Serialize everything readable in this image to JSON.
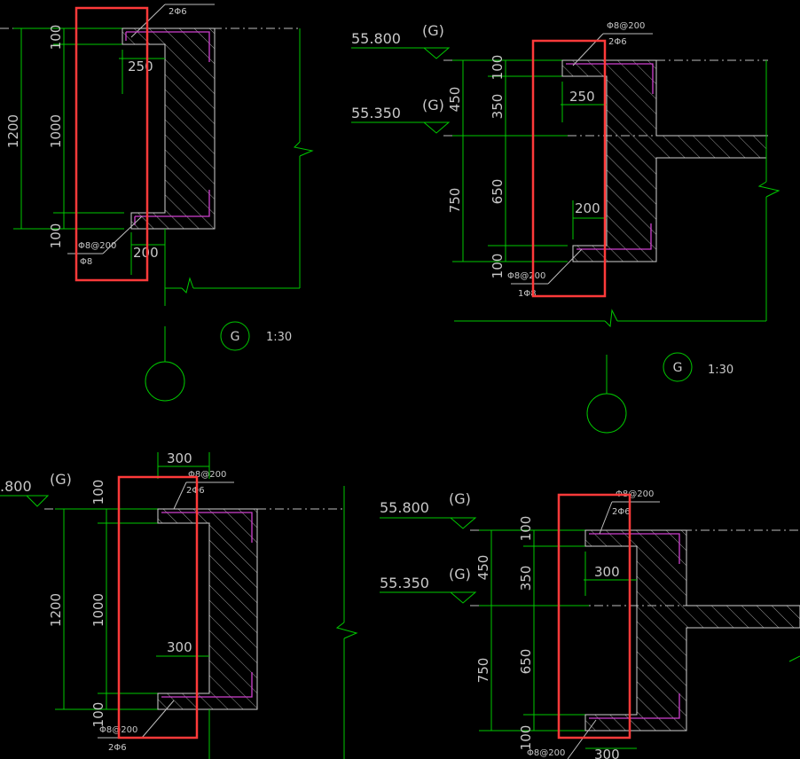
{
  "colors": {
    "background": "#000000",
    "dimension_lines": "#00c800",
    "rebar": "#d040d0",
    "highlight": "#ff3a3a",
    "outline": "#cfcfcf"
  },
  "details": [
    {
      "id": "top-left",
      "total": "1200",
      "mid": "1000",
      "top": "100",
      "bottom": "100",
      "width_top": "250",
      "width_bottom": "200",
      "rebar_top": "2Φ6",
      "rebar_bottom_1": "Φ8@200",
      "rebar_bottom_2": "Φ8",
      "bubble": "G",
      "scale": "1:30"
    },
    {
      "id": "top-right",
      "top_level": "55.800",
      "bot_level": "55.350",
      "axis_top": "(G)",
      "axis_bot": "(G)",
      "d450": "450",
      "d750": "750",
      "d100a": "100",
      "d350": "350",
      "d650": "650",
      "d100b": "100",
      "width_top": "250",
      "width_bottom": "200",
      "rebar_top_1": "Φ8@200",
      "rebar_top_2": "2Φ6",
      "rebar_bottom_1": "Φ8@200",
      "rebar_bottom_2": "1Φ8",
      "bubble": "G",
      "scale": "1:30"
    },
    {
      "id": "bottom-left",
      "level": ".800",
      "axis": "(G)",
      "total": "1200",
      "mid": "1000",
      "top": "100",
      "bottom": "100",
      "width_top": "300",
      "width_mid": "300",
      "rebar_top_1": "Φ8@200",
      "rebar_top_2": "2Φ6",
      "rebar_bottom_1": "Φ8@200",
      "rebar_bottom_2": "2Φ6"
    },
    {
      "id": "bottom-right",
      "top_level": "55.800",
      "bot_level": "55.350",
      "axis_top": "(G)",
      "axis_bot": "(G)",
      "d450": "450",
      "d750": "750",
      "d100a": "100",
      "d350": "350",
      "d650": "650",
      "d100b": "100",
      "width_top": "300",
      "width_bottom": "300",
      "rebar_top_1": "Φ8@200",
      "rebar_top_2": "2Φ6",
      "rebar_bottom_1": "Φ8@200"
    }
  ]
}
